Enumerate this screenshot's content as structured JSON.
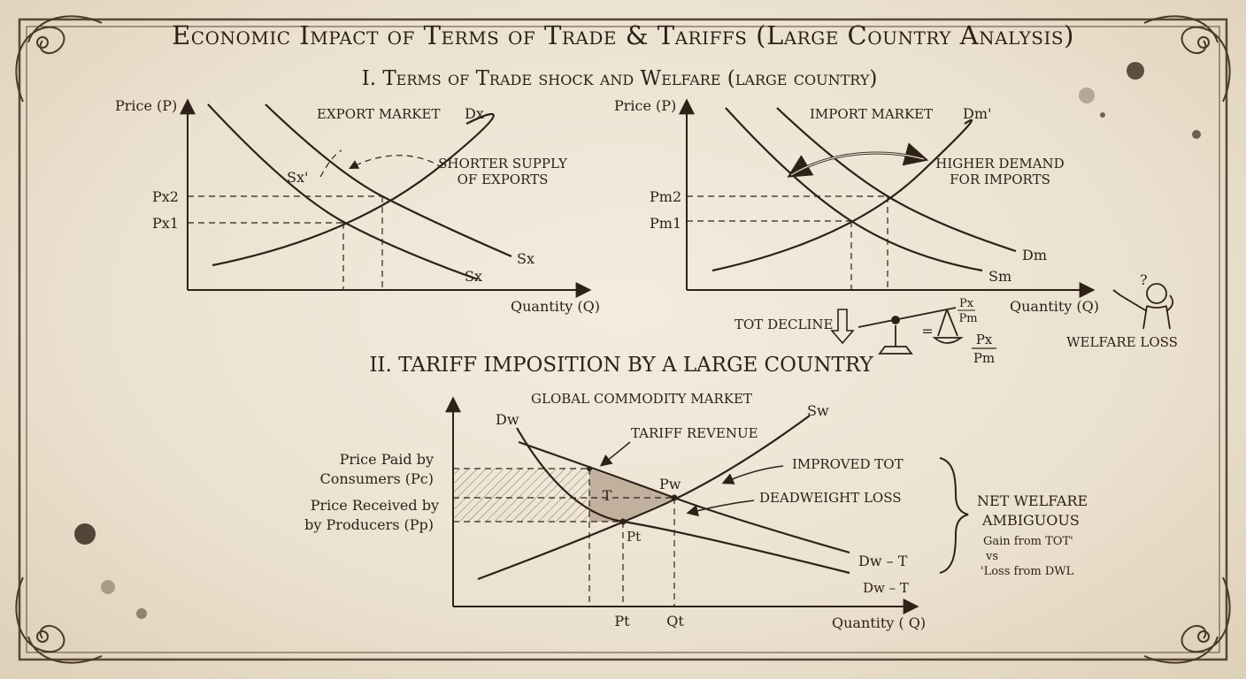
{
  "title": "Economic Impact of Terms of Trade & Tariffs (Large Country Analysis)",
  "section1": {
    "heading": "I. Terms of Trade shock and Welfare (large country)",
    "export_chart": {
      "y_axis": "Price (P)",
      "x_axis": "Quantity (Q)",
      "market_label": "EXPORT MARKET",
      "demand_label": "Dx",
      "supply_label": "Sx",
      "supply_new_label": "Sx",
      "supply_shifted_label": "Sx'",
      "price_new": "Px2",
      "price_old": "Px1",
      "annotation_line1": "SHORTER SUPPLY",
      "annotation_line2": "OF EXPORTS"
    },
    "import_chart": {
      "y_axis": "Price (P)",
      "x_axis": "Quantity (Q)",
      "market_label": "IMPORT MARKET",
      "demand_new_label": "Dm'",
      "demand_label": "Dm",
      "supply_label": "Sm",
      "price_new": "Pm2",
      "price_old": "Pm1",
      "annotation_line1": "HIGHER DEMAND",
      "annotation_line2": "FOR IMPORTS"
    },
    "tot": {
      "decline_label": "TOT DECLINE",
      "ratio_num": "Px",
      "ratio_den": "Pm",
      "equals": "=",
      "welfare_label": "WELFARE LOSS",
      "question_mark": "?"
    }
  },
  "section2": {
    "heading": "II. TARIFF IMPOSITION BY A LARGE COUNTRY",
    "market_label": "GLOBAL COMMODITY MARKET",
    "demand_label": "Dw",
    "supply_label": "Sw",
    "tariff_revenue_label": "TARIFF REVENUE",
    "improved_tot_label": "IMPROVED TOT",
    "deadweight_label": "DEADWEIGHT LOSS",
    "tariff_symbol": "T",
    "world_price_label": "Pw",
    "tariff_point_label": "Pt",
    "curve_dw_t_upper": "Dw – T",
    "curve_dw_t_lower": "Dw – T",
    "price_paid_line1": "Price Paid by",
    "price_paid_line2": "Consumers (Pc)",
    "price_received_line1": "Price Received by",
    "price_received_line2": "by Producers (Pp)",
    "x_tick_1": "Pt",
    "x_tick_2": "Qt",
    "x_axis": "Quantity ( Q)",
    "net_welfare_line1": "NET WELFARE",
    "net_welfare_line2": "AMBIGUOUS",
    "gain_label": "Gain from TOT'",
    "vs_label": "vs",
    "loss_label": "'Loss from DWL"
  }
}
